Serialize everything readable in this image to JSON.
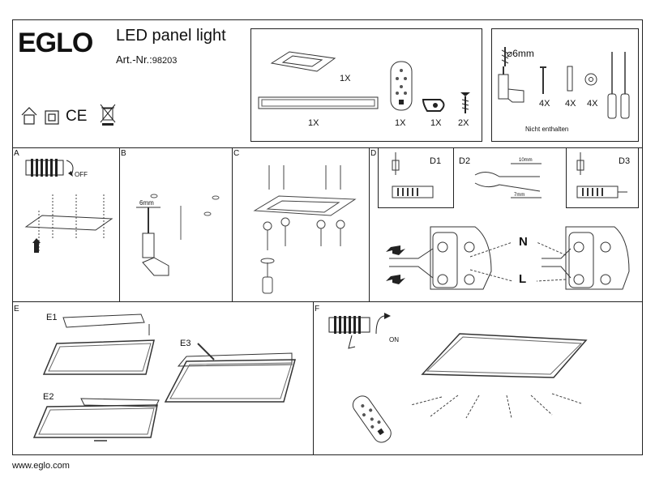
{
  "header": {
    "brand": "EGLO",
    "product_title": "LED panel light",
    "art_nr_label": "Art.-Nr.:",
    "art_nr_value": "98203",
    "ce_mark": "CE"
  },
  "contents": {
    "panel_qty": "1X",
    "frame_qty": "1X",
    "remote_qty": "1X",
    "clip_qty": "1X",
    "screw_qty": "2X"
  },
  "tools": {
    "drill_size": "⌀6mm",
    "screw_qty": "4X",
    "dowel_qty": "4X",
    "washer_qty": "4X",
    "not_included": "Nicht enthalten"
  },
  "panels": {
    "a": "A",
    "b": "B",
    "c": "C",
    "d": "D",
    "d1": "D1",
    "d2": "D2",
    "d3": "D3",
    "e": "E",
    "e1": "E1",
    "e2": "E2",
    "e3": "E3",
    "f": "F",
    "off_label": "OFF",
    "on_label": "ON",
    "drill_mm": "6mm",
    "wire_len_1": "10mm",
    "wire_len_2": "7mm",
    "n_label": "N",
    "l_label": "L"
  },
  "footer": {
    "url": "www.eglo.com"
  }
}
